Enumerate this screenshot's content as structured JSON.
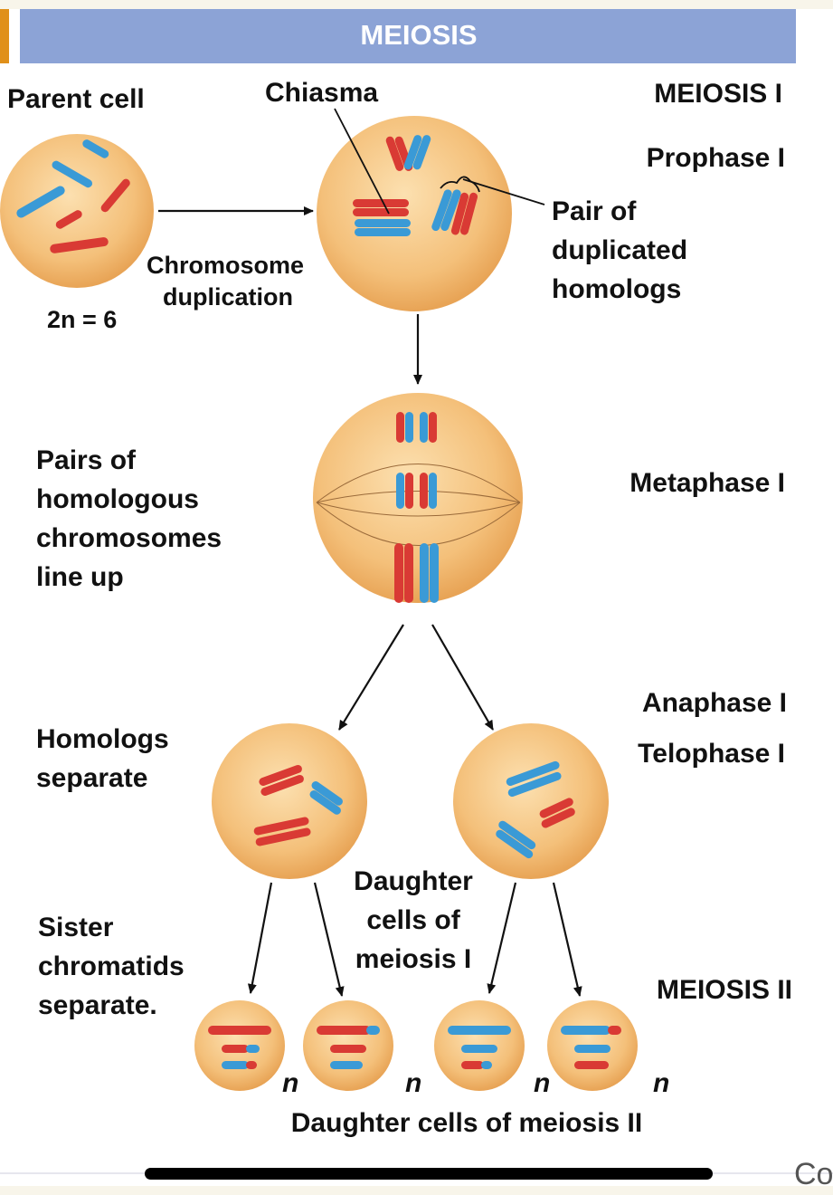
{
  "banner": {
    "title": "MEIOSIS",
    "color": "#8CA3D6",
    "accent": "#E0901A"
  },
  "labels": {
    "parent_cell": "Parent cell",
    "chiasma": "Chiasma",
    "meiosis_1": "MEIOSIS I",
    "prophase_1": "Prophase I",
    "pair_of_duplicated_homologs": [
      "Pair of",
      "duplicated",
      "homologs"
    ],
    "chromosome_duplication": [
      "Chromosome",
      "duplication"
    ],
    "ploidy_parent": "2n = 6",
    "pairs_line_up": [
      "Pairs of",
      "homologous",
      "chromosomes",
      "line up"
    ],
    "metaphase_1": "Metaphase I",
    "anaphase_1": "Anaphase I",
    "telophase_1": "Telophase I",
    "homologs_separate": [
      "Homologs",
      "separate"
    ],
    "daughter_cells_meiosis_1": [
      "Daughter",
      "cells of",
      "meiosis I"
    ],
    "sister_chromatids_separate": [
      "Sister",
      "chromatids",
      "separate."
    ],
    "meiosis_2": "MEIOSIS II",
    "ploidy_daughters": [
      "n",
      "n",
      "n",
      "n"
    ],
    "daughter_cells_meiosis_2": "Daughter cells of meiosis II"
  },
  "colors": {
    "maternal": "#D93A34",
    "paternal": "#3A9AD6",
    "cell": "#F2B86A"
  },
  "overflow_text": "Co"
}
